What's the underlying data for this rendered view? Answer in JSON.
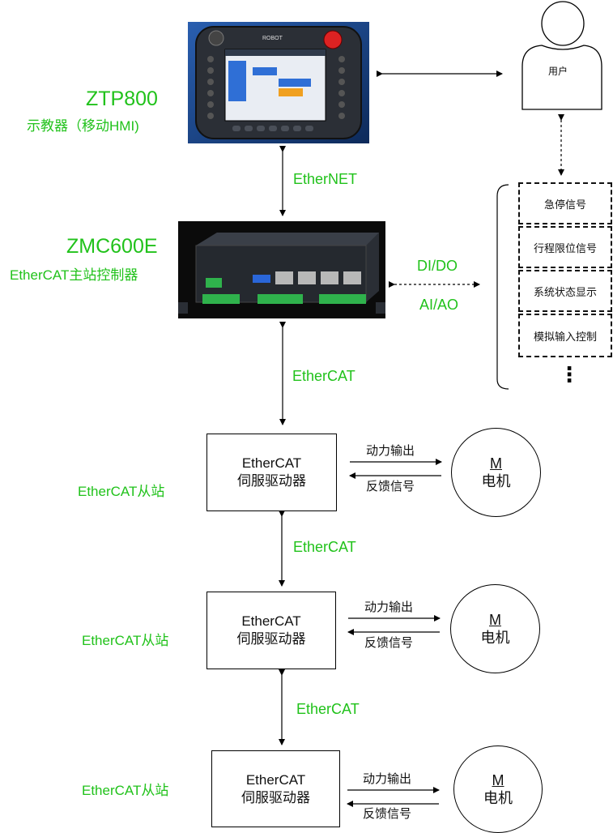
{
  "teach_pendant": {
    "model": "ZTP800",
    "desc": "示教器（移动HMI)",
    "brand": "ROBOT"
  },
  "user": {
    "label": "用户"
  },
  "link_ethernet": "EtherNET",
  "controller": {
    "model": "ZMC600E",
    "desc": "EtherCAT主站控制器"
  },
  "io": {
    "line1": "DI/DO",
    "line2": "AI/AO"
  },
  "signals": [
    "急停信号",
    "行程限位信号",
    "系统状态显示",
    "模拟输入控制"
  ],
  "signals_more": "⋮",
  "link_ethercat": "EtherCAT",
  "slaves": [
    {
      "side_label": "EtherCAT从站",
      "drive_line1": "EtherCAT",
      "drive_line2": "伺服驱动器",
      "out_label": "动力输出",
      "fb_label": "反馈信号",
      "motor_m": "M",
      "motor_label": "电机"
    },
    {
      "side_label": "EtherCAT从站",
      "drive_line1": "EtherCAT",
      "drive_line2": "伺服驱动器",
      "out_label": "动力输出",
      "fb_label": "反馈信号",
      "motor_m": "M",
      "motor_label": "电机"
    },
    {
      "side_label": "EtherCAT从站",
      "drive_line1": "EtherCAT",
      "drive_line2": "伺服驱动器",
      "out_label": "动力输出",
      "fb_label": "反馈信号",
      "motor_m": "M",
      "motor_label": "电机"
    }
  ],
  "colors": {
    "accent_green": "#21c21b",
    "device_dark": "#1f2329",
    "pendant_screen": "#1c5fbf"
  }
}
